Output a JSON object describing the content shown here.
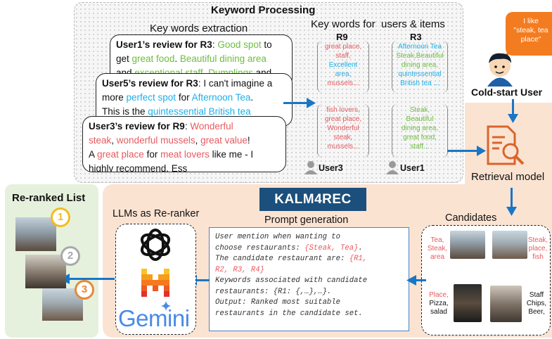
{
  "keyword_processing": {
    "title": "Keyword Processing",
    "extraction_label": "Key words extraction",
    "users_items_label": "Key words for  users & items"
  },
  "reviews": {
    "r1": {
      "head": "User1’s review for R3",
      "t1": ": ",
      "k1": "Good spot",
      "t2": " to",
      "t3": "get ",
      "k2": "great food",
      "t4": ". ",
      "k3": "Beautiful dining area",
      "t5": "and ",
      "k4": "exceptional staff",
      "t6": ". ",
      "k5": "Dumplings",
      "t7": " and"
    },
    "r2": {
      "head": "User5’s review for R3",
      "t1": ": I can't imagine a",
      "t2": "more ",
      "k1": "perfect spot",
      "t3": " for ",
      "k2": "Afternoon Tea",
      "t4": ".",
      "t5": "This is the ",
      "k3": "quintessential British tea"
    },
    "r3": {
      "head": "User3’s review for R9",
      "t1": ": ",
      "k1": "Wonderful",
      "k2": "steak",
      "t2": ", ",
      "k3": "wonderful mussels",
      "t3": ", ",
      "k4": "great value",
      "t4": "!",
      "t5": "A ",
      "k5": "great place",
      "t6": " for ",
      "k6": "meat lovers",
      "t7": " like me - I",
      "t8": "highly recommend.   Ess"
    }
  },
  "keyword_columns": {
    "r9_head": "R9",
    "r3_head": "R3",
    "r9_top": [
      "great place,",
      "staff,",
      "Excellent",
      "area,",
      "mussels..."
    ],
    "r3_top": [
      "Afternoon Tea",
      "Steak,Beautiful",
      "dining area,",
      "quintessential",
      "British tea ..."
    ],
    "r9_bottom": [
      "fish lovers,",
      "great place,",
      "Wonderful",
      "steak,",
      "mussels..."
    ],
    "r3_bottom": [
      "Steak,",
      "Beautiful",
      "dining area,",
      "great food,",
      "staff..."
    ],
    "user3": "User3",
    "user1": "User1"
  },
  "cold_start": {
    "speech": [
      "I like",
      "\"steak, tea",
      "place\""
    ],
    "label": "Cold-start User"
  },
  "retrieval_label": "Retrieval model",
  "kalm_title": "KALM4REC",
  "prompt_generation_label": "Prompt generation",
  "llm_label": "LLMs as Re-ranker",
  "gemini_label": "Gemini",
  "reranked_title": "Re-ranked List",
  "rank_numbers": [
    "1",
    "2",
    "3"
  ],
  "candidates_label": "Candidates",
  "candidates": {
    "c1": [
      "Tea,",
      "Steak,",
      "area"
    ],
    "c2": [
      "Steak,",
      "place,",
      "fish"
    ],
    "c3": [
      "Place,",
      "Pizza,",
      "salad"
    ],
    "c4": [
      "Staff",
      "Chips,",
      "Beer,"
    ]
  },
  "prompt": {
    "l1": "User  mention when wanting to",
    "l2a": "choose restaurants: ",
    "l2b": "{Steak, Tea}",
    "l2c": ".",
    "l3a": "The candidate restaurant are: ",
    "l3b": "{R1,",
    "l4b": "R2, R3, R4}",
    "l5": "Keywords associated with candidate",
    "l6": "restaurants: {R1: {,…},…}.",
    "l7": "Output: Ranked most suitable",
    "l8": "restaurants in the candidate set."
  },
  "colors": {
    "arrow": "#1976c5",
    "panel": "#fbe3d2",
    "green_panel": "#e6f1dd",
    "kalm_bg": "#1b4f7c",
    "orange": "#f47c20"
  }
}
